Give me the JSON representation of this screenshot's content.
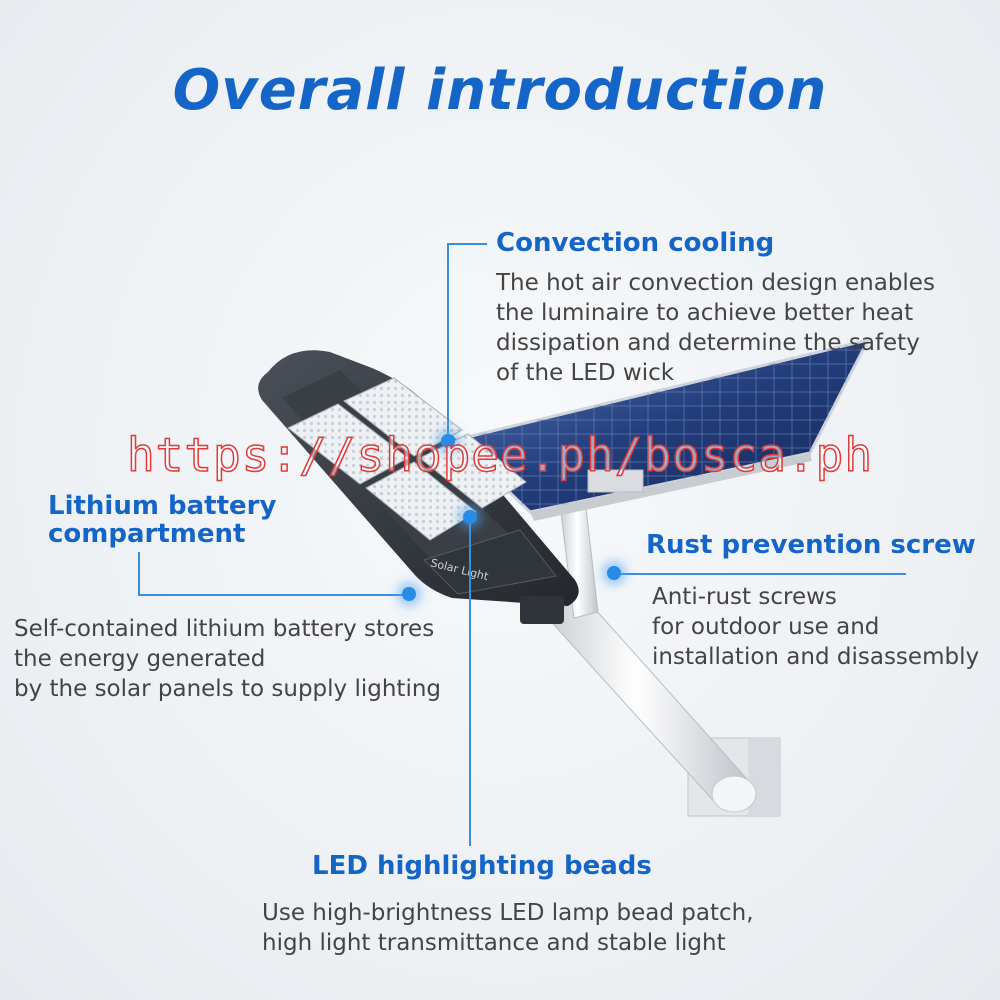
{
  "title": "Overall introduction",
  "watermark": "https://shopee.ph/bosca.ph",
  "lamp_label": {
    "main": "Solar Light",
    "tag": ""
  },
  "features": {
    "convection": {
      "heading": "Convection cooling",
      "lines": [
        "The hot air convection design enables",
        "the luminaire to achieve better heat",
        "dissipation and determine the safety",
        "of the LED wick"
      ]
    },
    "battery": {
      "heading_lines": [
        "Lithium battery",
        "compartment"
      ],
      "lines": [
        "Self-contained lithium battery stores",
        "the energy generated",
        "by the solar panels to supply lighting"
      ]
    },
    "rust": {
      "heading": "Rust prevention screw",
      "lines": [
        "Anti-rust screws",
        "for outdoor use and",
        "installation and disassembly"
      ]
    },
    "led": {
      "heading": "LED highlighting beads",
      "lines": [
        "Use high-brightness LED lamp bead patch,",
        "high light transmittance and stable light"
      ]
    }
  },
  "colors": {
    "accent": "#1565c8",
    "line": "#3a8fd8",
    "dot": "#2a8be6",
    "watermark": "#e03a3a"
  }
}
